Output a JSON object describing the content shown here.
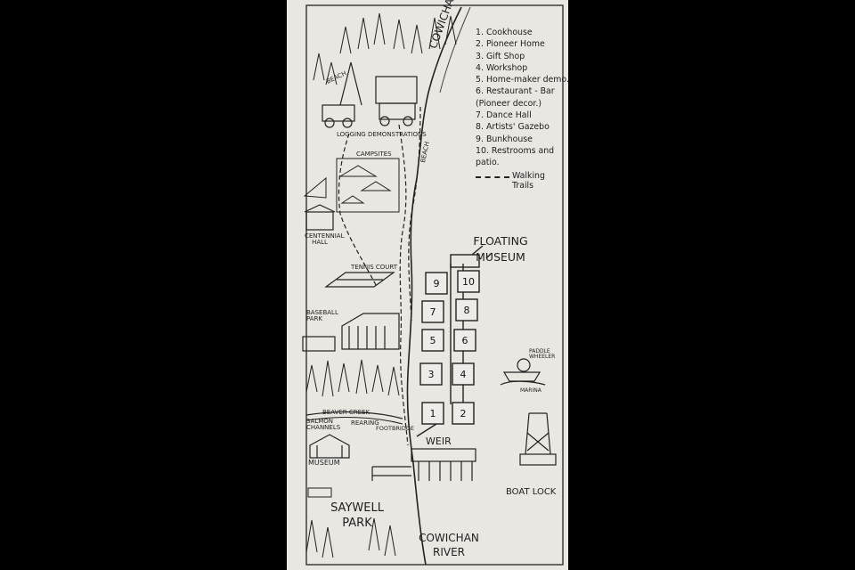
{
  "legend": [
    {
      "num": "1.",
      "label": "Cookhouse"
    },
    {
      "num": "2.",
      "label": "Pioneer Home"
    },
    {
      "num": "3.",
      "label": "Gift Shop"
    },
    {
      "num": "4.",
      "label": "Workshop"
    },
    {
      "num": "5.",
      "label": "Home-maker demo."
    },
    {
      "num": "6.",
      "label": "Restaurant - Bar (Pioneer decor.)"
    },
    {
      "num": "7.",
      "label": "Dance Hall"
    },
    {
      "num": "8.",
      "label": "Artists' Gazebo"
    },
    {
      "num": "9.",
      "label": "Bunkhouse"
    },
    {
      "num": "10.",
      "label": "Restrooms and patio."
    }
  ],
  "legend_trails": "Walking Trails",
  "labels": {
    "cowichan_lake": "COWICHAN LAKE",
    "beach_top": "BEACH",
    "beach_right": "BEACH",
    "logging_demonstrations": "LOGGING DEMONSTRATIONS",
    "campsites": "CAMPSITES",
    "centennial_hall": "CENTENNIAL HALL",
    "floating_museum": "FLOATING MUSEUM",
    "tennis_court": "TENNIS COURT",
    "baseball_park": "BASEBALL PARK",
    "paddle_wheeler": "PADDLE WHEELER",
    "marina": "MARINA",
    "beaver_creek": "BEAVER CREEK",
    "salmon_channels": "SALMON CHANNELS",
    "rearing": "REARING",
    "footbridge": "FOOTBRIDGE",
    "weir": "WEIR",
    "museum": "MUSEUM",
    "boat_lock": "BOAT LOCK",
    "saywell_park": "SAYWELL PARK",
    "cowichan_river": "COWICHAN RIVER"
  },
  "pontoons": [
    "1",
    "2",
    "3",
    "4",
    "5",
    "6",
    "7",
    "8",
    "9",
    "10"
  ]
}
